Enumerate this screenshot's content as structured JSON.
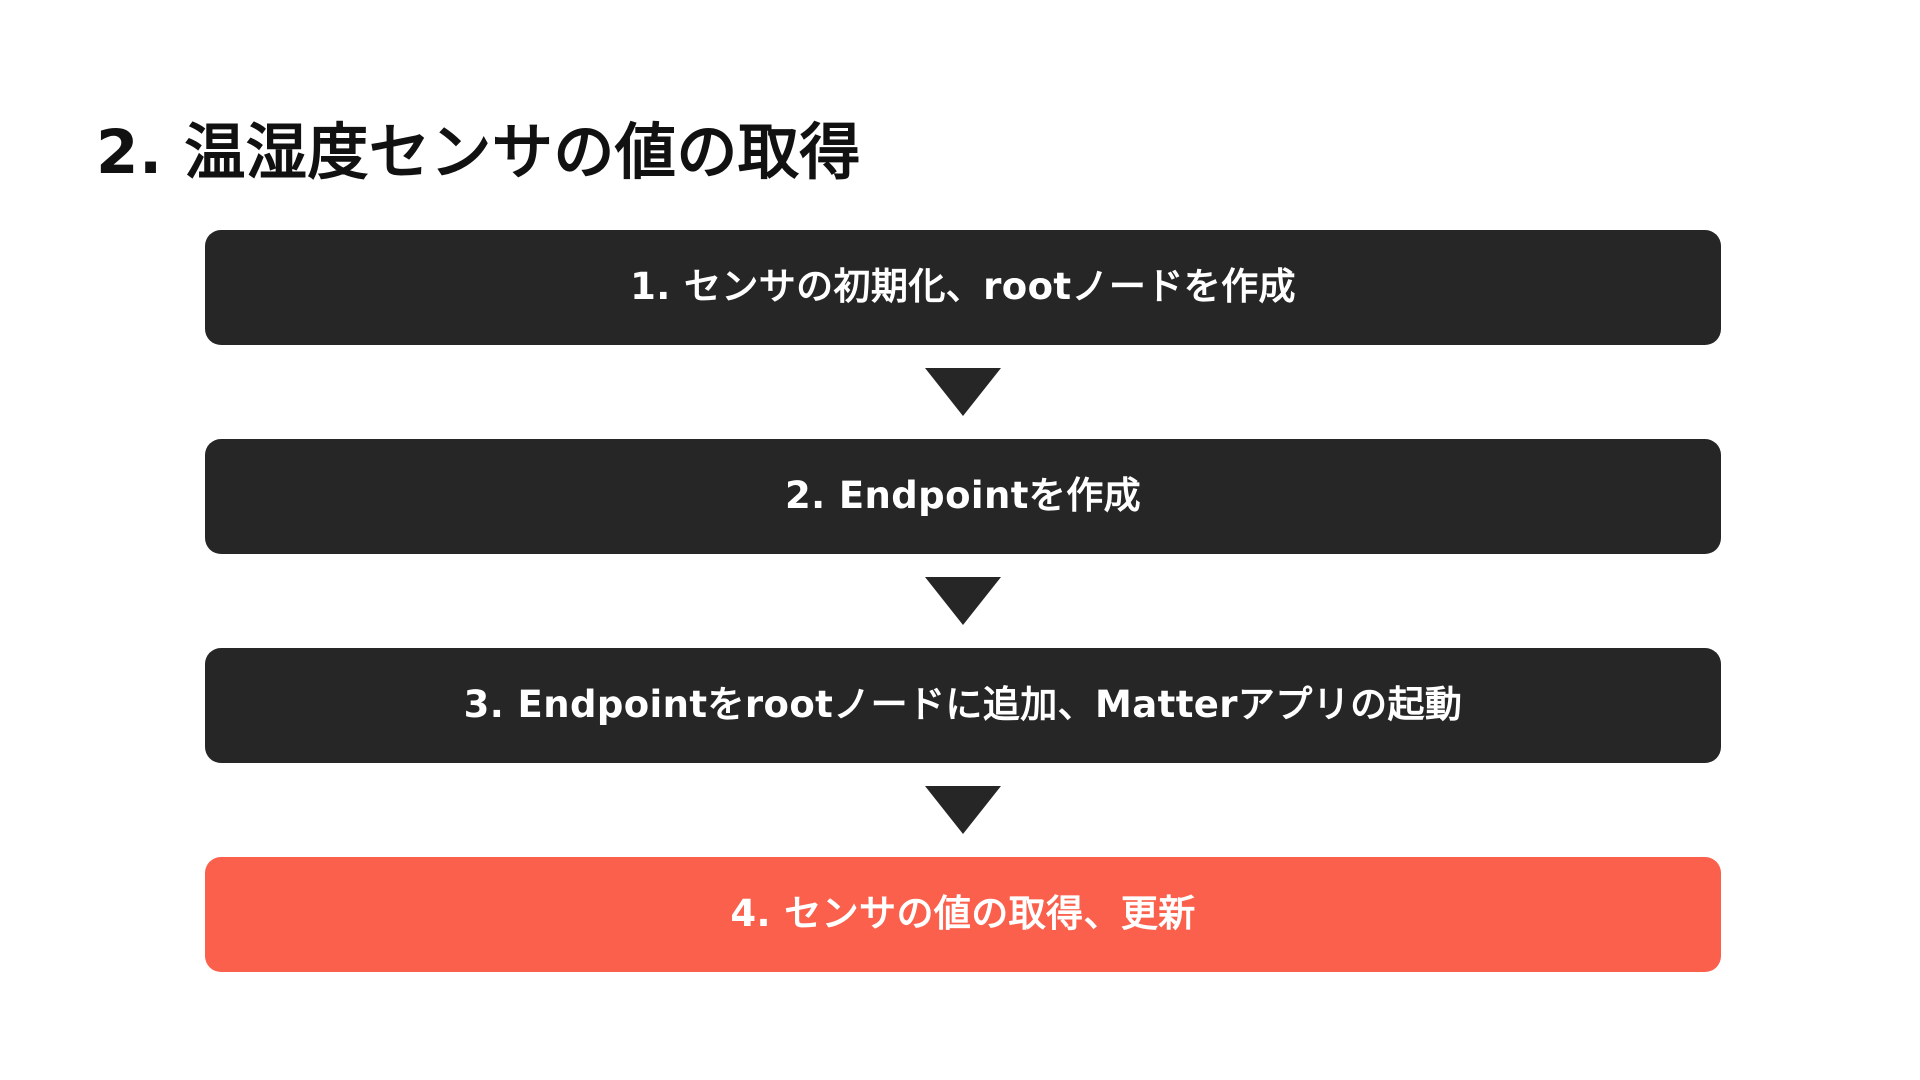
{
  "slide": {
    "background_color": "#ffffff",
    "title": "2. 温湿度センサの値の取得"
  },
  "flow": {
    "arrow_icon": "triangle-down-icon",
    "arrow_color": "#262626",
    "dark_color": "#262626",
    "highlight_color": "#fb604d",
    "text_color": "#ffffff",
    "steps": [
      {
        "index": "1",
        "label": "1. センサの初期化、rootノードを作成",
        "state": "normal",
        "color": "#262626"
      },
      {
        "index": "2",
        "label": "2. Endpointを作成",
        "state": "normal",
        "color": "#262626"
      },
      {
        "index": "3",
        "label": "3. Endpointをrootノードに追加、Matterアプリの起動",
        "state": "normal",
        "color": "#262626"
      },
      {
        "index": "4",
        "label": "4. センサの値の取得、更新",
        "state": "highlighted",
        "color": "#fb604d"
      }
    ]
  }
}
